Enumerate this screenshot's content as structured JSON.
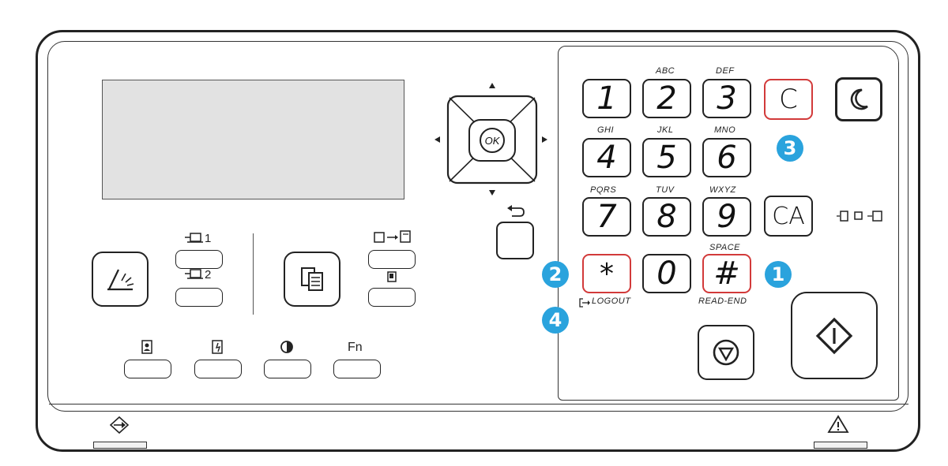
{
  "keypad": {
    "keys": [
      {
        "id": "1",
        "label": "1",
        "letters": ""
      },
      {
        "id": "2",
        "label": "2",
        "letters": "ABC"
      },
      {
        "id": "3",
        "label": "3",
        "letters": "DEF"
      },
      {
        "id": "4",
        "label": "4",
        "letters": "GHI"
      },
      {
        "id": "5",
        "label": "5",
        "letters": "JKL"
      },
      {
        "id": "6",
        "label": "6",
        "letters": "MNO"
      },
      {
        "id": "7",
        "label": "7",
        "letters": "PQRS"
      },
      {
        "id": "8",
        "label": "8",
        "letters": "TUV"
      },
      {
        "id": "9",
        "label": "9",
        "letters": "WXYZ"
      },
      {
        "id": "star",
        "label": "*",
        "letters": ""
      },
      {
        "id": "0",
        "label": "0",
        "letters": ""
      },
      {
        "id": "hash",
        "label": "#",
        "letters": "SPACE"
      }
    ],
    "clear_label": "C",
    "clear_all_label": "CA",
    "logout_label": "LOGOUT",
    "read_end_label": "READ-END"
  },
  "nav": {
    "ok_label": "OK"
  },
  "function_labels": {
    "fn": "Fn",
    "scan1": "1",
    "scan2": "2"
  },
  "callouts": {
    "c1": "1",
    "c2": "2",
    "c3": "3",
    "c4": "4"
  },
  "colors": {
    "highlight": "#d23a3a",
    "callout": "#2aa3dd",
    "lcd": "#e2e2e2"
  },
  "icons": {
    "sleep": "crescent-moon-icon",
    "start": "diamond-start-icon",
    "stop": "stop-circle-icon",
    "scan": "scanner-icon",
    "copy": "copy-icon",
    "back": "return-arrow-icon",
    "caution": "warning-triangle-icon",
    "usb": "usb-memory-icon"
  }
}
